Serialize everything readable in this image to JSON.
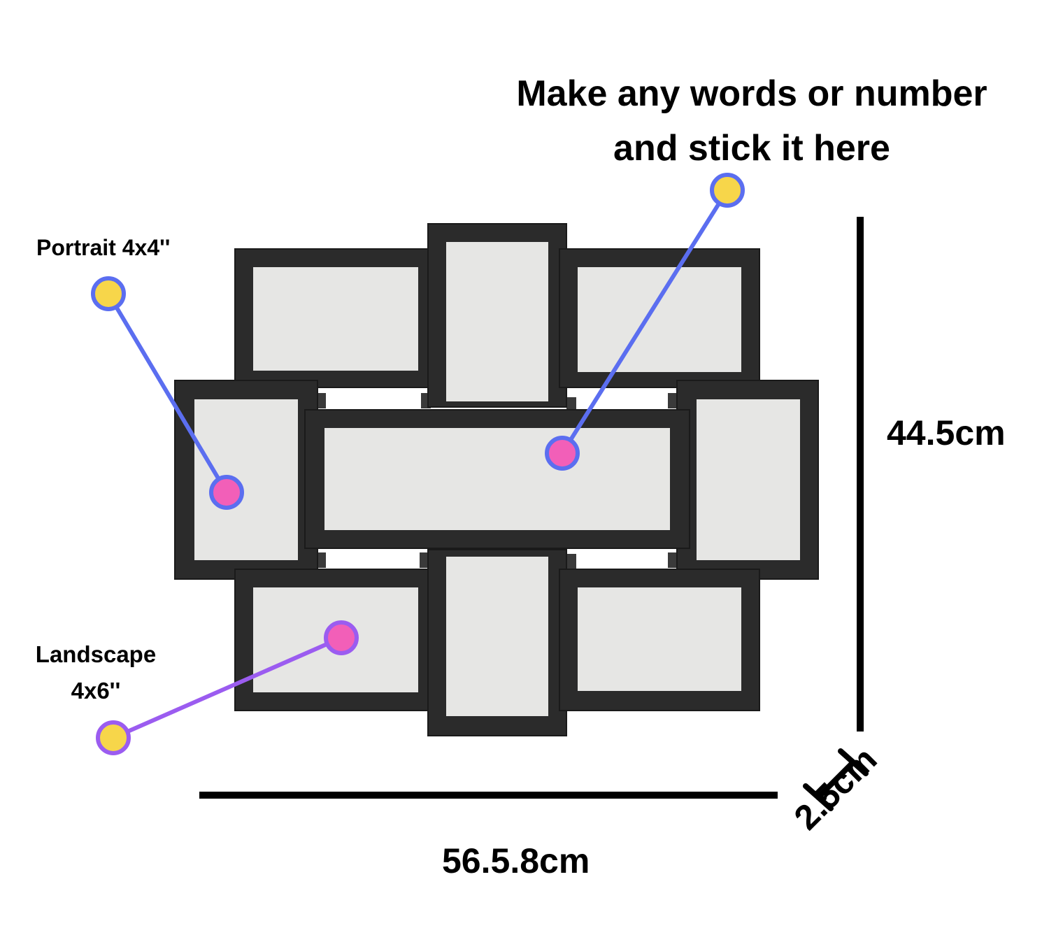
{
  "headline": {
    "line1": "Make any words or number",
    "line2": "and stick it here"
  },
  "labels": {
    "portrait": "Portrait 4x4''",
    "landscape_line1": "Landscape",
    "landscape_line2": "4x6''"
  },
  "dimensions": {
    "height": "44.5cm",
    "width": "56.5.8cm",
    "depth": "2.5cm"
  },
  "colors": {
    "frame": "#2b2b2b",
    "photo_slot": "#e6e6e4",
    "callout_blue": "#5b6ef0",
    "callout_purple": "#9b5cf0",
    "dot_yellow": "#f7d64a",
    "dot_pink": "#f25fb8",
    "dimension_line": "#000000"
  }
}
